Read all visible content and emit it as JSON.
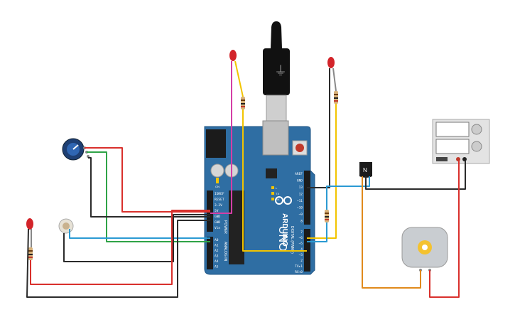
{
  "arduino": {
    "brand": "ARDUINO",
    "model": "UNO",
    "digital_label": "DIGITAL (PWM~)",
    "analog_label": "ANALOG IN",
    "power_label": "POWER",
    "tx_led": "TX",
    "rx_led": "RX",
    "l_led": "L",
    "on_label": "ON",
    "header_top": [
      "AREF",
      "GND",
      "13",
      "12",
      "~11",
      "~10",
      "~9",
      "8"
    ],
    "header_bottom": [
      "7",
      "~6",
      "~5",
      "4",
      "~3",
      "2",
      "TX▸1",
      "RX◂0"
    ],
    "power_pins": [
      "IOREF",
      "RESET",
      "3.3V",
      "5V",
      "GND",
      "GND",
      "Vin"
    ],
    "analog_pins": [
      "A0",
      "A1",
      "A2",
      "A3",
      "A4",
      "A5"
    ]
  },
  "transistor": {
    "label": "N"
  },
  "lcd": {
    "rows": 2
  },
  "colors": {
    "board": "#2f6ea3",
    "board_dark": "#1f5585",
    "wire_red": "#d9302c",
    "wire_black": "#2b2b2b",
    "wire_green": "#2fa347",
    "wire_blue": "#2b9ad3",
    "wire_yellow": "#f2c400",
    "wire_orange": "#e08a1c",
    "wire_pink": "#d43ea6",
    "led_red": "#d3242a",
    "motor_body": "#c9cdd1",
    "gear": "#f4c22f"
  }
}
